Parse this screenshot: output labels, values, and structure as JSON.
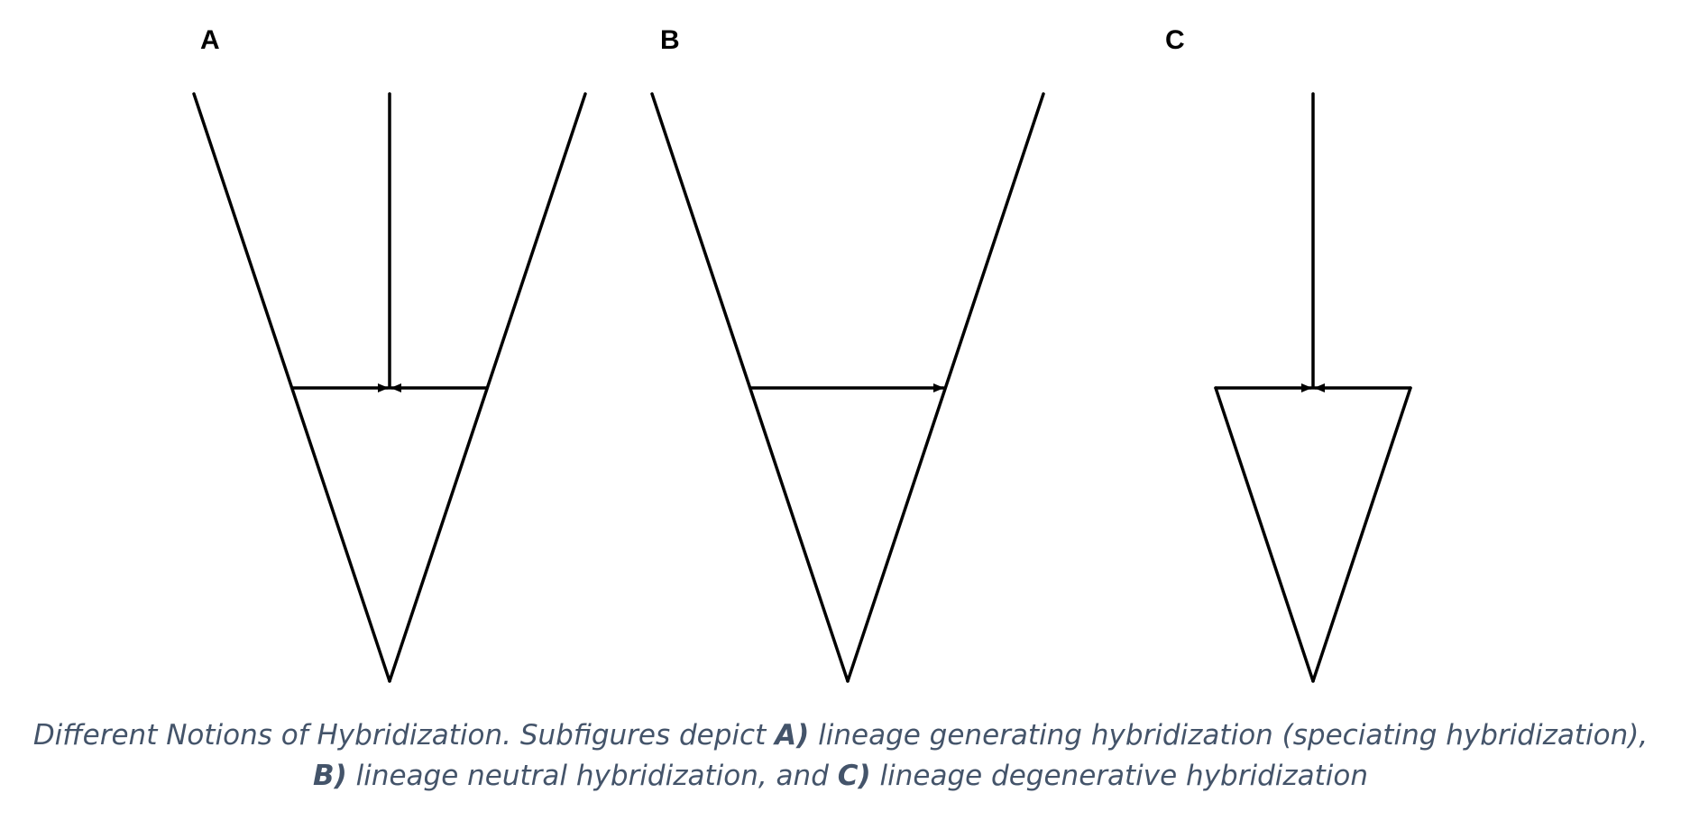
{
  "panels": [
    {
      "label": "A"
    },
    {
      "label": "B"
    },
    {
      "label": "C"
    }
  ],
  "caption": {
    "part1": "Different Notions of Hybridization. Subfigures depict ",
    "a_ref": "A)",
    "part2": " lineage generating hybridization (speciating hybridization), ",
    "b_ref": "B)",
    "part3": " lineage neutral hybridization, and ",
    "c_ref": "C)",
    "part4": " lineage degenerative hybridization"
  },
  "colors": {
    "lines": "#000000",
    "caption": "#44546a"
  }
}
